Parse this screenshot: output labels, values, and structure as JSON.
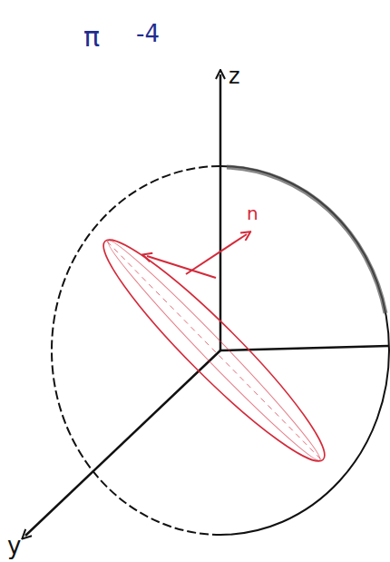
{
  "diagram": {
    "labels": [
      "π",
      "-4",
      "z",
      "n",
      "y"
    ]
  }
}
